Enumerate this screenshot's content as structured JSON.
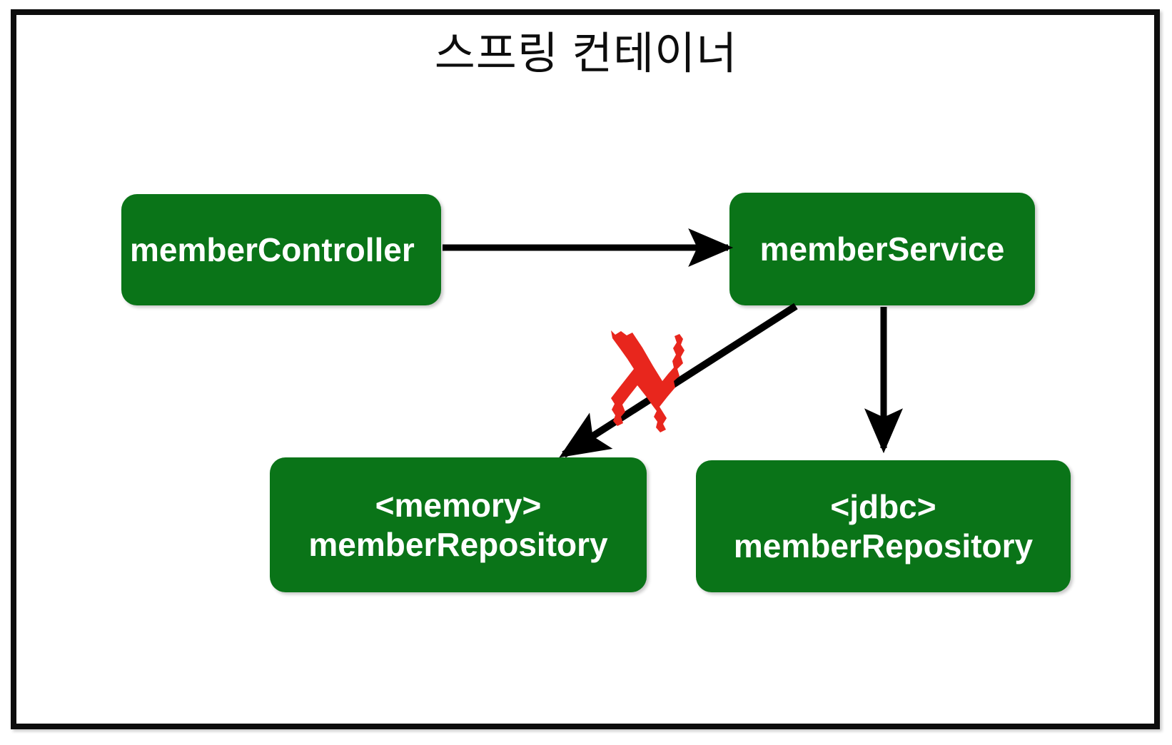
{
  "diagram": {
    "title": "스프링 컨테이너",
    "type": "spring-bean-dependency-diagram",
    "frame_label": "spring-container-frame",
    "colors": {
      "bean_fill": "#0a7418",
      "bean_text": "#ffffff",
      "frame_border": "#0d0d0d",
      "arrow": "#000000",
      "cross_mark": "#e8261d",
      "background": "#ffffff"
    },
    "nodes": [
      {
        "id": "memberController",
        "label": "memberController",
        "line1": "memberController",
        "line2": ""
      },
      {
        "id": "memberService",
        "label": "memberService",
        "line1": "memberService",
        "line2": ""
      },
      {
        "id": "memoryMemberRepository",
        "label": "<memory> memberRepository",
        "line1": "<memory>",
        "line2": "memberRepository"
      },
      {
        "id": "jdbcMemberRepository",
        "label": "<jdbc> memberRepository",
        "line1": "<jdbc>",
        "line2": "memberRepository"
      }
    ],
    "edges": [
      {
        "id": "controller-to-service",
        "from": "memberController",
        "to": "memberService",
        "style": "solid-arrow",
        "crossed_out": false
      },
      {
        "id": "service-to-memory-repository",
        "from": "memberService",
        "to": "memoryMemberRepository",
        "style": "solid-arrow",
        "crossed_out": true
      },
      {
        "id": "service-to-jdbc-repository",
        "from": "memberService",
        "to": "jdbcMemberRepository",
        "style": "solid-arrow",
        "crossed_out": false
      }
    ],
    "annotations": [
      {
        "id": "red-x-mark",
        "name": "red-cross-mark",
        "meaning": "disabled-dependency",
        "on_edge": "service-to-memory-repository"
      }
    ]
  }
}
